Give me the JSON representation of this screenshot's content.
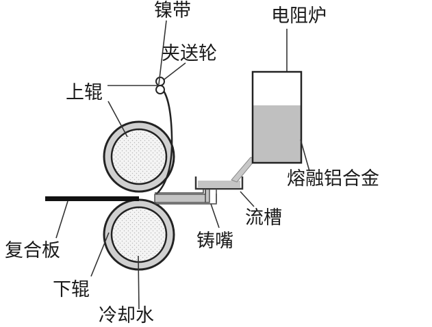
{
  "labels": {
    "nickel_strip": "镍带",
    "feed_rollers": "夹送轮",
    "upper_roll": "上辊",
    "resistance_furnace": "电阻炉",
    "molten_alloy": "熔融铝合金",
    "launder": "流槽",
    "casting_nozzle": "铸嘴",
    "clad_plate": "复合板",
    "lower_roll": "下辊",
    "cooling_water": "冷却水"
  },
  "colors": {
    "line": "#222222",
    "roll_fill": "#f2f2f2",
    "metal": "#bdbdbd",
    "plate": "#111111"
  }
}
